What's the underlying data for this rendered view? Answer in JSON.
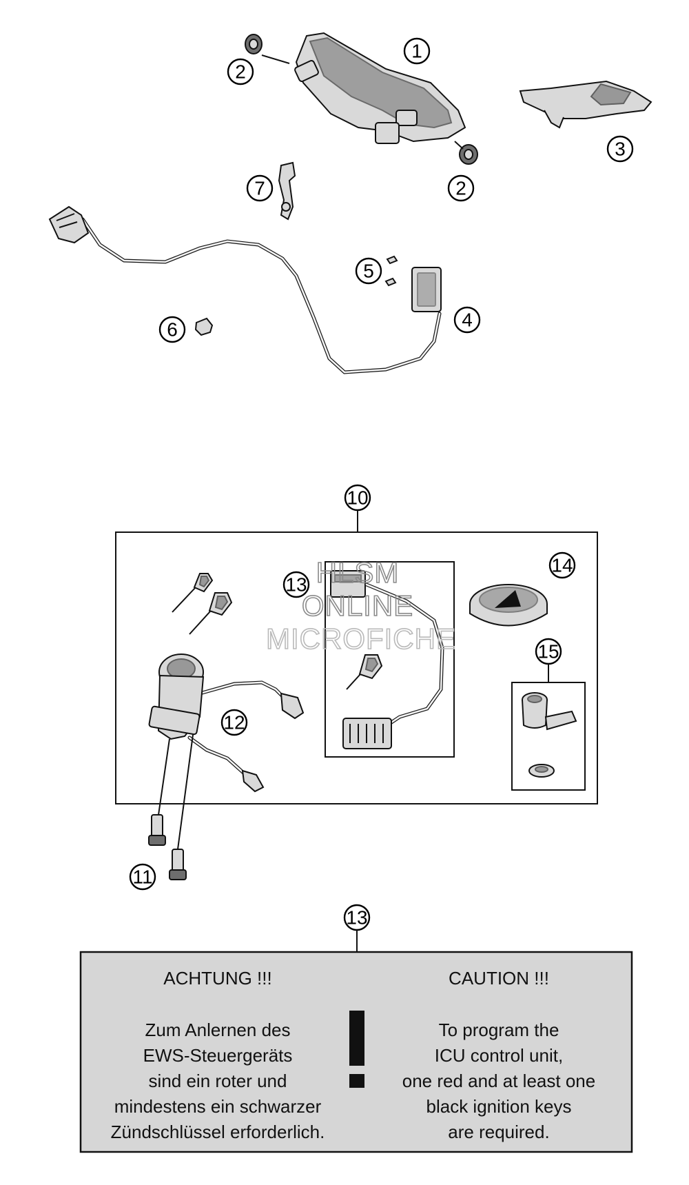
{
  "callouts": {
    "c1": "1",
    "c2a": "2",
    "c2b": "2",
    "c3": "3",
    "c4": "4",
    "c5": "5",
    "c6": "6",
    "c7": "7",
    "c10": "10",
    "c11": "11",
    "c12": "12",
    "c13a": "13",
    "c13b": "13",
    "c14": "14",
    "c15": "15"
  },
  "watermark": {
    "line1": "HLSM",
    "line2": "ONLINE",
    "line3": "MICROFICHE"
  },
  "caution_box": {
    "german_heading": "ACHTUNG !!!",
    "german_lines": [
      "Zum Anlernen des",
      "EWS-Steuergeräts",
      "sind ein roter und",
      "mindestens ein schwarzer",
      "Zündschlüssel erforderlich."
    ],
    "english_heading": "CAUTION !!!",
    "english_lines": [
      "To program the",
      "ICU control unit,",
      "one red and at least one",
      "black ignition keys",
      "are required."
    ],
    "exclamation": "!"
  },
  "colors": {
    "caution_background": "#d6d6d6",
    "line": "#111111",
    "part_fill": "#d9d9d9"
  }
}
